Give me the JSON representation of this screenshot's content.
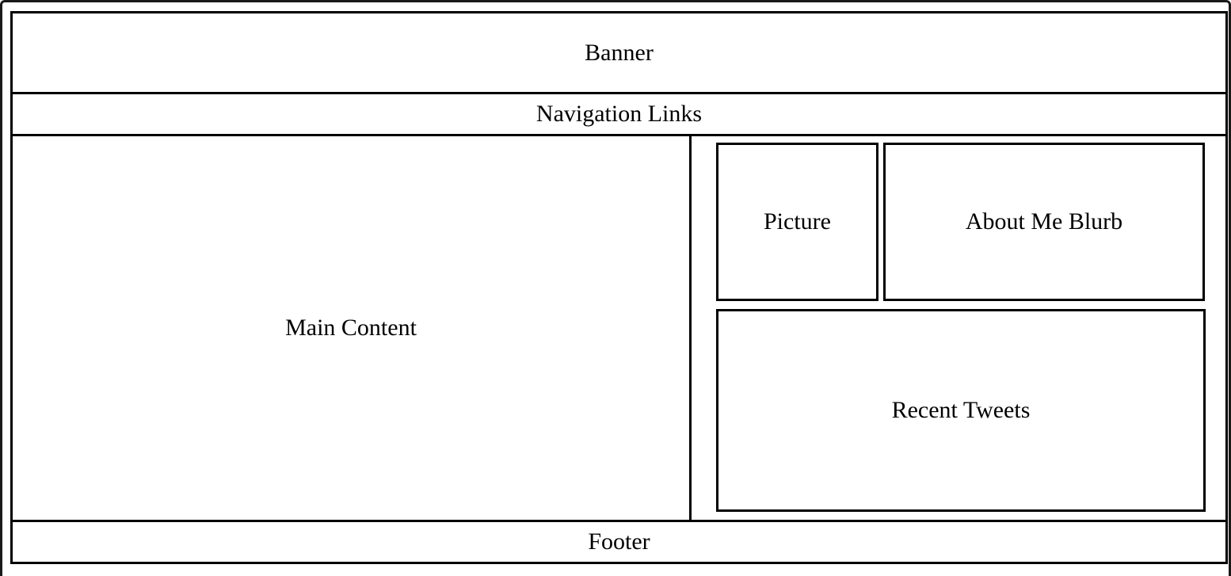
{
  "layout": {
    "banner": "Banner",
    "navigation": "Navigation Links",
    "main_content": "Main Content",
    "sidebar": {
      "picture": "Picture",
      "about": "About Me Blurb",
      "tweets": "Recent Tweets"
    },
    "footer": "Footer"
  },
  "colors": {
    "border": "#000000",
    "background": "#ffffff"
  }
}
